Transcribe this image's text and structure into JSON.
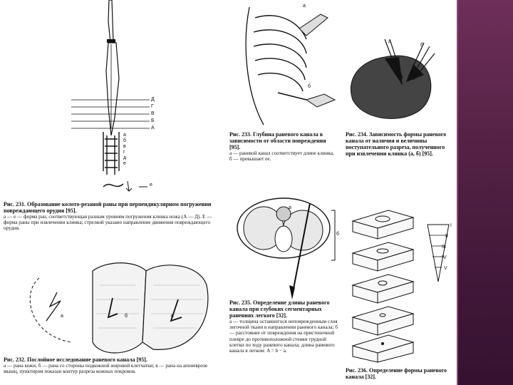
{
  "figures": {
    "fig231": {
      "title": "Рис. 231. Образование колото-резаной раны при перпендикулярном погружении повреждающего орудия [95].",
      "legend": "а — е — форма ран, соответствующая разным уровням погружения клинка ножа (А — Д). Е — форма раны при извлечении клинка; стрелкой указано направление движения повреждающего орудия.",
      "levels": [
        "Д",
        "Г",
        "В",
        "Б",
        "А"
      ],
      "wound_letters": [
        "а",
        "б",
        "в",
        "г",
        "д",
        "е"
      ],
      "extra_letter": "е"
    },
    "fig232": {
      "title": "Рис. 232. Послойное исследование раневого канала [95].",
      "legend": "а — рана кожи; б — рана со стороны подкожной жировой клетчатки; в — рана на апоневрозе мышц, пунктиром показан контур разреза кожных покровов.",
      "labels": [
        "а",
        "б",
        "в"
      ]
    },
    "fig233": {
      "title": "Рис. 233. Глубина раневого канала в зависимости от области повреждения [95].",
      "legend": "а — раневой канал соответствует длине клинка, б — превышает ее.",
      "labels": [
        "а",
        "б"
      ]
    },
    "fig234": {
      "title": "Рис. 234. Зависимость формы раневого канала от наличия и величины поступательного разреза, полученного при извлечении клинка (а, б) [95].",
      "labels": [
        "а",
        "б"
      ]
    },
    "fig235": {
      "title": "Рис. 235. Определение длины раневого канала при глубоких сегментарных ранениях легкого [32].",
      "legend": "а — толщина оставшегося неповрежденным слоя легочной ткани в направлении раневого канала; б — расстояние от повреждения на пристеночной плевре до противоположной стенки грудной клетки по ходу раневого канала; длина раневого канала в легком: A = b − a.",
      "labels": [
        "а",
        "б"
      ]
    },
    "fig236": {
      "title": "Рис. 236. Определение формы раневого канала [32].",
      "levels": [
        "I",
        "II",
        "III",
        "IV",
        "V"
      ]
    }
  }
}
